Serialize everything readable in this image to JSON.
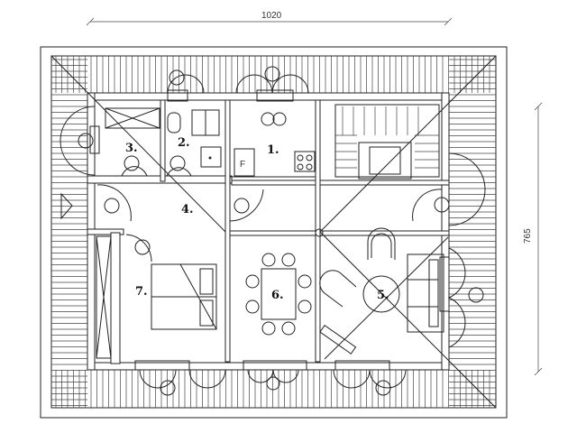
{
  "dimensions": {
    "width_label": "1020",
    "height_label": "765"
  },
  "rooms": [
    {
      "id": "room-1",
      "label": "1."
    },
    {
      "id": "room-2",
      "label": "2."
    },
    {
      "id": "room-3",
      "label": "3."
    },
    {
      "id": "room-4",
      "label": "4."
    },
    {
      "id": "room-5",
      "label": "5."
    },
    {
      "id": "room-6",
      "label": "6."
    },
    {
      "id": "room-7",
      "label": "7."
    }
  ],
  "kitchen": {
    "fridge_label": "F"
  },
  "colors": {
    "line": "#222222",
    "background": "#ffffff"
  }
}
